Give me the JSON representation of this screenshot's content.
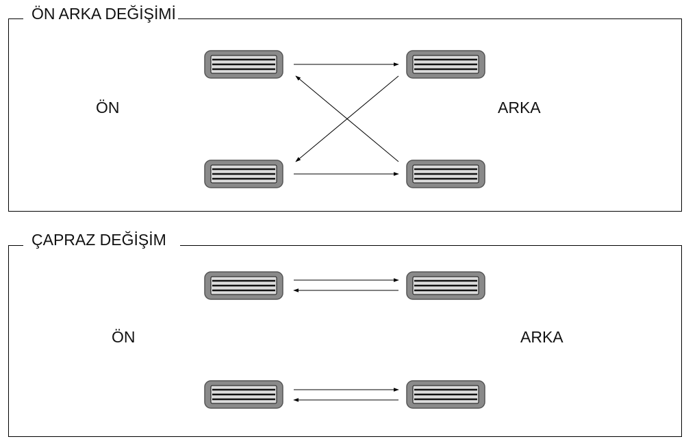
{
  "panels": {
    "front_rear": {
      "title": "ÖN ARKA DEĞİŞİMİ",
      "front_label": "ÖN",
      "rear_label": "ARKA"
    },
    "cross": {
      "title": "ÇAPRAZ DEĞİŞİM",
      "front_label": "ÖN",
      "rear_label": "ARKA"
    }
  },
  "colors": {
    "tire_fill": "#8a8a8a",
    "tire_stroke": "#555555",
    "tread_light": "#dcdcdc",
    "tread_dark": "#111111",
    "line": "#000000"
  }
}
